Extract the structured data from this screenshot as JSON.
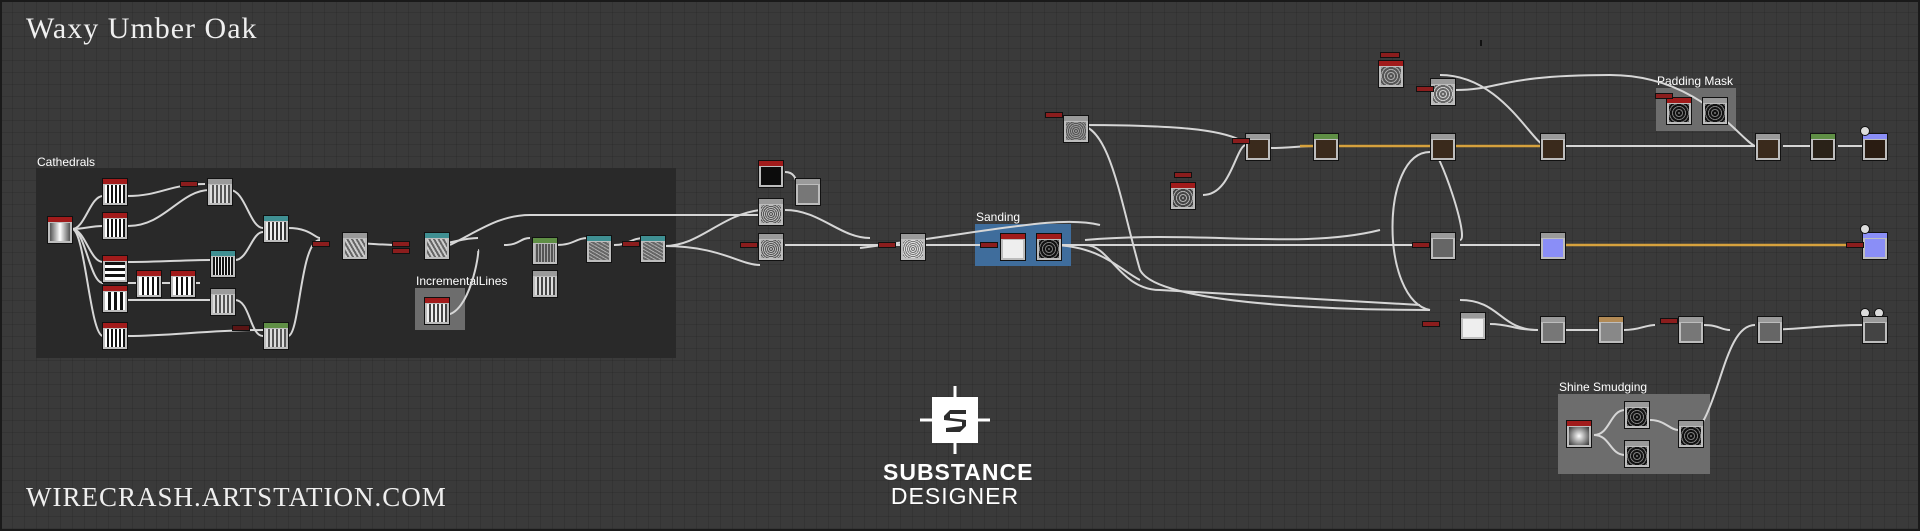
{
  "title": "Waxy Umber Oak",
  "watermark_url": "WIRECRASH.ARTSTATION.COM",
  "logo": {
    "line1": "SUBSTANCE",
    "line2": "DESIGNER",
    "icon": "substance-s-logo-icon"
  },
  "frames": [
    {
      "id": "cathedrals",
      "label": "Cathedrals"
    },
    {
      "id": "incremental",
      "label": "IncrementalLines"
    },
    {
      "id": "sanding",
      "label": "Sanding"
    },
    {
      "id": "padding",
      "label": "Padding Mask"
    },
    {
      "id": "shine",
      "label": "Shine Smudging"
    }
  ],
  "colors": {
    "canvas_bg": "#3a3a3a",
    "frame_dark": "#282828",
    "frame_gray": "#6d6d6d",
    "frame_blue": "#3f6d9c",
    "wire": "#d6d6d6",
    "wire_highlight": "#d6a13d",
    "node_header_red": "#a11b1b",
    "node_header_teal": "#3f8f92",
    "node_header_green": "#5f8f45",
    "node_header_tan": "#b28a55",
    "output_blue": "#8a8ef7"
  }
}
